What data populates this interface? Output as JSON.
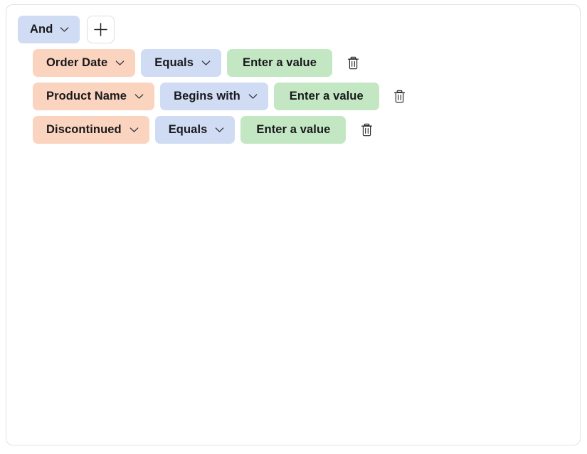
{
  "panel": {
    "name": "query-builder"
  },
  "toolbar": {
    "conjunction": {
      "label": "And",
      "chevron_icon": "chevron-down-icon",
      "color": "#cfdcf3"
    },
    "add_button": {
      "icon": "plus-icon",
      "label": "+"
    }
  },
  "conditions": [
    {
      "field": "Order Date",
      "operator": "Equals",
      "value": "",
      "value_placeholder": "Enter a value",
      "field_chevron_icon": "chevron-down-icon",
      "operator_chevron_icon": "chevron-down-icon",
      "delete_icon": "trash-icon"
    },
    {
      "field": "Product Name",
      "operator": "Begins with",
      "value": "",
      "value_placeholder": "Enter a value",
      "field_chevron_icon": "chevron-down-icon",
      "operator_chevron_icon": "chevron-down-icon",
      "delete_icon": "trash-icon"
    },
    {
      "field": "Discontinued",
      "operator": "Equals",
      "value": "",
      "value_placeholder": "Enter a value",
      "field_chevron_icon": "chevron-down-icon",
      "operator_chevron_icon": "chevron-down-icon",
      "delete_icon": "trash-icon"
    }
  ],
  "colors": {
    "field_pill": "#fbd4bf",
    "operator_pill": "#cfdcf3",
    "value_pill": "#c4e7c3",
    "panel_border": "#e2e2e4",
    "text": "#18181b"
  }
}
